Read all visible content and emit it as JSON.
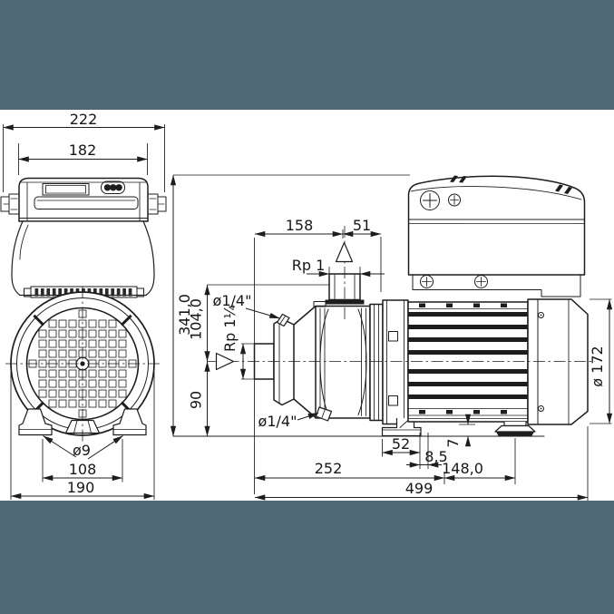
{
  "title": "Pump dimensional drawing",
  "colors": {
    "band": "#4e6973",
    "line": "#1d1d1d",
    "background": "#ffffff"
  },
  "front_view": {
    "dims": {
      "overall_width": "222",
      "module_width": "182",
      "foot_hole_diameter": "ø9",
      "foot_hole_spacing": "108",
      "housing_width": "190"
    }
  },
  "side_view": {
    "dims": {
      "inlet_to_outlet": "158",
      "outlet_to_flange": "51",
      "discharge_port": "Rp 1",
      "vent_plug": "ø1/4\"",
      "suction_port": "Rp 1¼",
      "total_height": "341,0",
      "outlet_height": "104,0",
      "axis_height": "90",
      "drain_plug": "ø1/4\"",
      "support_foot_length": "52",
      "foot_slot_offset": "8,5",
      "foot_pad_height": "7",
      "pump_length": "252",
      "foot_spacing": "148,0",
      "total_length": "499",
      "motor_diameter": "ø 172"
    }
  }
}
